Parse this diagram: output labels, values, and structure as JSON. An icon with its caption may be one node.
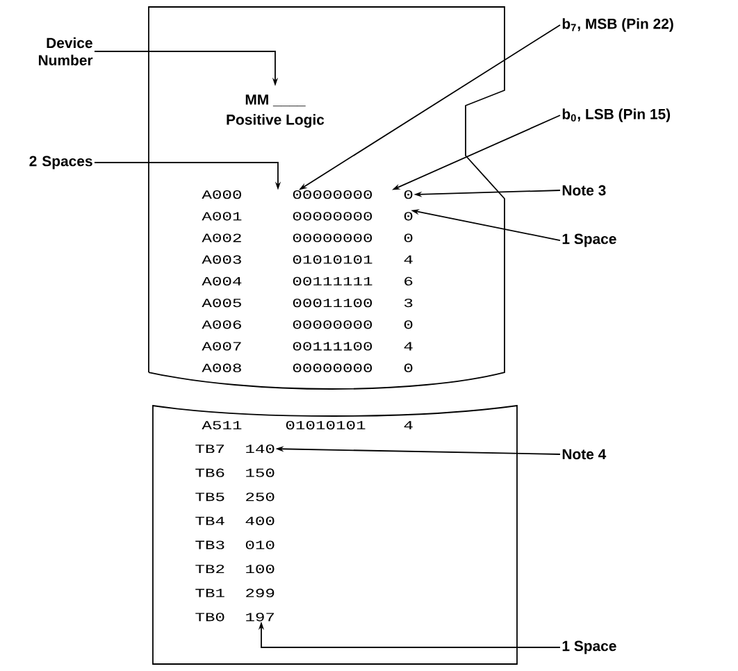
{
  "diagram": {
    "nodes": [
      {
        "text": [
          "Device Number"
        ]
      },
      {
        "text": [
          "2 Spaces"
        ]
      },
      {
        "text": [
          "b$_{7}$, MSB (Pin 22)"
        ]
      },
      {
        "text": [
          "b$_{0}$, LSB (Pin 15)"
        ]
      },
      {
        "text": [
          "Note 3"
        ]
      },
      {
        "text": [
          "1 Space"
        ]
      },
      {
        "text": [
          "Note 4"
        ]
      },
      {
        "text": [
          "1 Space"
        ]
      },
      {
        "text": [
          "MM ____",
          "Positive Logic"
        ]
      },
      {
        "text": [
          "A000",
          "00000000",
          "0"
        ],
        "in": 8
      },
      {
        "text": [
          "A001",
          "00000000",
          "0"
        ],
        "in": 8
      },
      {
        "text": [
          "A002",
          "00000000",
          "0"
        ],
        "in": 8
      },
      {
        "text": [
          "A003",
          "01010101",
          "4"
        ],
        "in": 8
      },
      {
        "text": [
          "A004",
          "00111111",
          "6"
        ],
        "in": 8
      },
      {
        "text": [
          "A005",
          "00011100",
          "3"
        ],
        "in": 8
      },
      {
        "text": [
          "A006",
          "00000000",
          "0"
        ],
        "in": 8
      },
      {
        "text": [
          "A007",
          "00111100",
          "4"
        ],
        "in": 8
      },
      {
        "text": [
          "A008",
          "00000000",
          "0"
        ],
        "in": 8
      },
      {
        "text": [],
        "shape": "box"
      },
      {
        "text": [
          "A511",
          "01010101",
          "4"
        ],
        "in": 18
      },
      {
        "text": [
          "TB7",
          "140"
        ],
        "in": 18
      },
      {
        "text": [
          "TB6",
          "150"
        ],
        "in": 18
      },
      {
        "text": [
          "TB5",
          "250"
        ],
        "in": 18
      },
      {
        "text": [
          "TB4",
          "400"
        ],
        "in": 18
      },
      {
        "text": [
          "TB3",
          "010"
        ],
        "in": 18
      },
      {
        "text": [
          "TB2",
          "100"
        ],
        "in": 18
      },
      {
        "text": [
          "TB1",
          "299"
        ],
        "in": 18
      },
      {
        "text": [
          "TB0",
          "197"
        ],
        "in": 18
      }
    ],
    "edges": [
      {
        "from": 0,
        "to": null,
        "arrow": "to"
      },
      {
        "from": 1,
        "to": 9,
        "arrow": "to"
      },
      {
        "from": 2,
        "to": 9,
        "arrow": "to"
      },
      {
        "from": 3,
        "to": 9,
        "arrow": "to"
      },
      {
        "from": 4,
        "to": 9,
        "arrow": "to"
      },
      {
        "from": 5,
        "to": 10,
        "arrow": "to"
      },
      {
        "from": 6,
        "to": 20,
        "arrow": "to"
      },
      {
        "from": 7,
        "to": 27,
        "arrow": "to"
      }
    ]
  }
}
